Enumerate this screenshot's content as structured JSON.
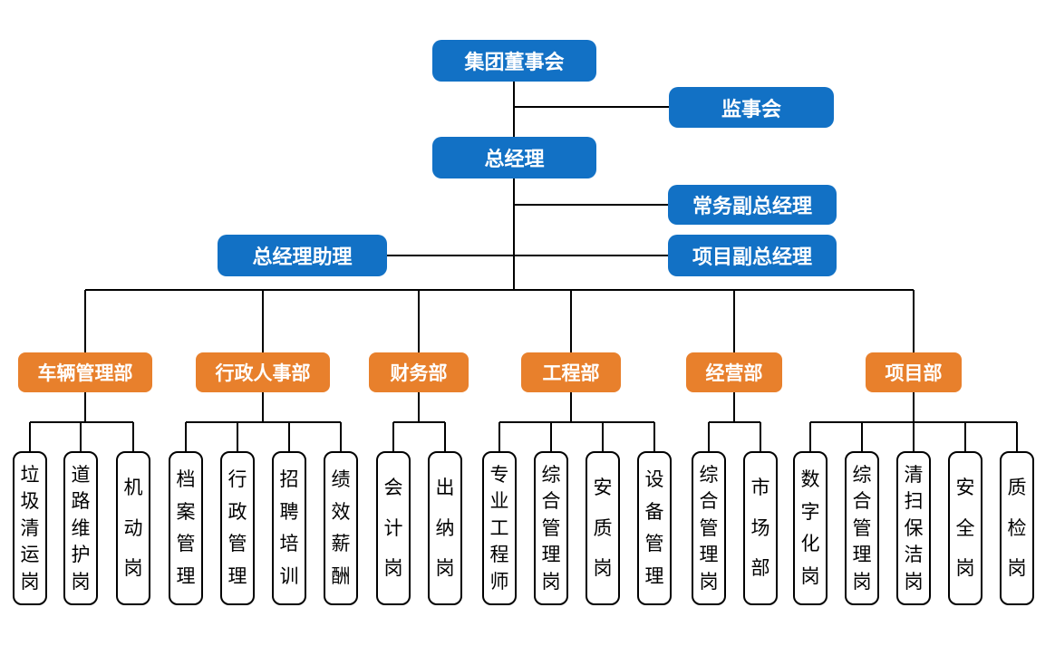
{
  "chart": {
    "type": "org-chart",
    "executive": {
      "board": "集团董事会",
      "supervisory": "监事会",
      "gm": "总经理",
      "exec_deputy_gm": "常务副总经理",
      "gm_assistant": "总经理助理",
      "project_deputy_gm": "项目副总经理"
    },
    "departments": [
      {
        "label": "车辆管理部",
        "posts": [
          "垃圾清运岗",
          "道路维护岗",
          "机动岗"
        ]
      },
      {
        "label": "行政人事部",
        "posts": [
          "档案管理",
          "行政管理",
          "招聘培训",
          "绩效薪酬"
        ]
      },
      {
        "label": "财务部",
        "posts": [
          "会计岗",
          "出纳岗"
        ]
      },
      {
        "label": "工程部",
        "posts": [
          "专业工程师",
          "综合管理岗",
          "安质岗",
          "设备管理"
        ]
      },
      {
        "label": "经营部",
        "posts": [
          "综合管理岗",
          "市场部"
        ]
      },
      {
        "label": "项目部",
        "posts": [
          "数字化岗",
          "综合管理岗",
          "清扫保洁岗",
          "安全岗",
          "质检岗"
        ]
      }
    ],
    "colors": {
      "blue": "#1271C5",
      "orange": "#E8802C",
      "line": "#000000"
    }
  }
}
